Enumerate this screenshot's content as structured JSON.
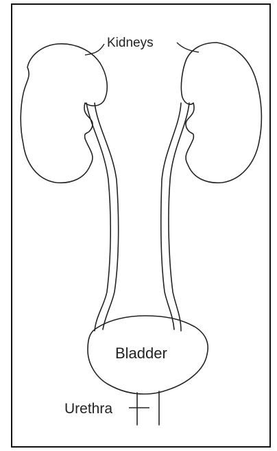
{
  "labels": {
    "kidneys": "Kidneys",
    "bladder": "Bladder",
    "urethra": "Urethra"
  },
  "colors": {
    "ink": "#222222",
    "background": "#ffffff"
  }
}
